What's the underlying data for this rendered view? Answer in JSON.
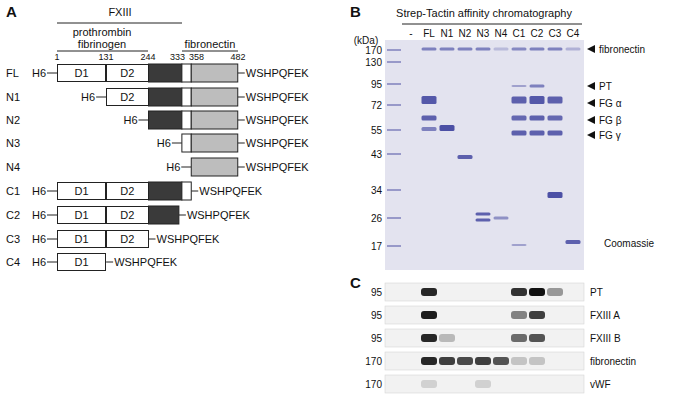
{
  "diagram": {
    "nodes": [
      {
        "text": [
          "D1"
        ]
      },
      {
        "text": [
          "D2"
        ]
      },
      {
        "text": [
          "D2"
        ]
      },
      {
        "text": [
          "D1"
        ]
      },
      {
        "text": [
          "D2"
        ]
      },
      {
        "text": [
          "D1"
        ]
      },
      {
        "text": [
          "D2"
        ]
      },
      {
        "text": [
          "D1"
        ]
      },
      {
        "text": [
          "D2"
        ]
      },
      {
        "text": [
          "D1"
        ]
      }
    ],
    "labels": [
      "A",
      "FXIII",
      "prothrombin fibrinogen",
      "fibronectin",
      "1",
      "131",
      "244",
      "333",
      "358",
      "482",
      "FL",
      "H6",
      "WSHPQFEK",
      "N1",
      "H6",
      "WSHPQFEK",
      "N2",
      "H6",
      "WSHPQFEK",
      "N3",
      "H6",
      "WSHPQFEK",
      "N4",
      "H6",
      "WSHPQFEK",
      "C1",
      "H6",
      "WSHPQFEK",
      "C2",
      "H6",
      "WSHPQFEK",
      "C3",
      "H6",
      "WSHPQFEK",
      "C4",
      "H6",
      "WSHPQFEK",
      "B",
      "Strep-Tactin affinity chromatography",
      "(kDa)",
      "170",
      "130",
      "95",
      "72",
      "55",
      "43",
      "34",
      "26",
      "17",
      "-",
      "FL",
      "N1",
      "N2",
      "N3",
      "N4",
      "C1",
      "C2",
      "C3",
      "C4",
      "fibronectin",
      "PT",
      "FG α",
      "FG β",
      "FG γ",
      "Coomassie",
      "C",
      "95",
      "PT",
      "95",
      "FXIII A",
      "95",
      "FXIII B",
      "170",
      "fibronectin",
      "170",
      "vWF"
    ]
  }
}
